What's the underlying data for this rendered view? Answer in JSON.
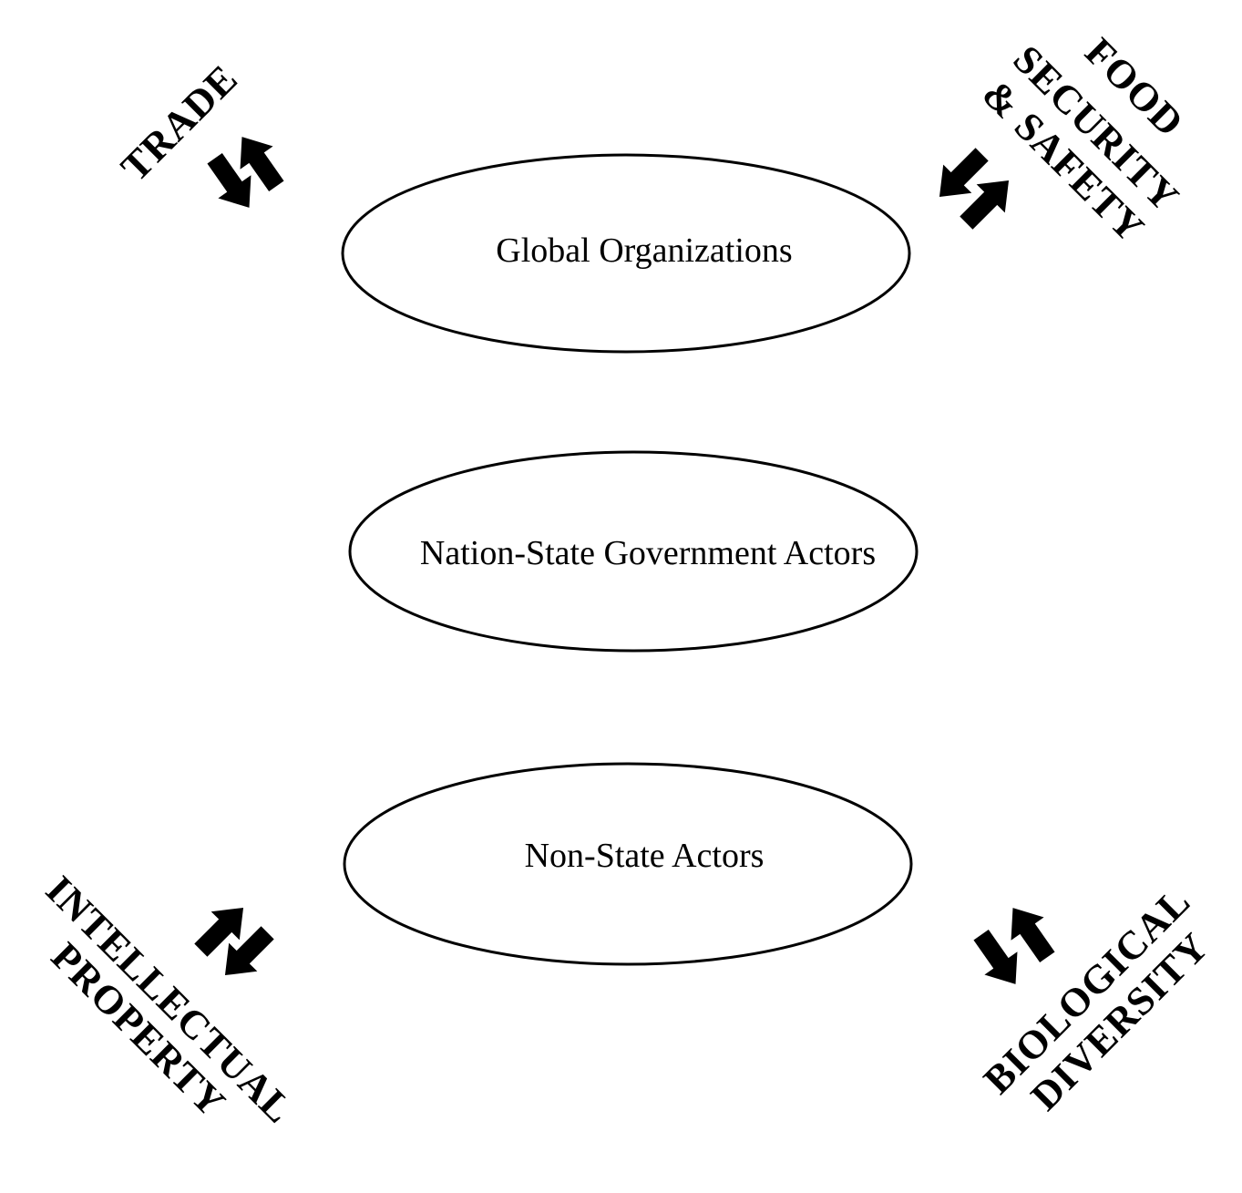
{
  "diagram": {
    "nodes": [
      {
        "id": "global-organizations",
        "label": "Global Organizations"
      },
      {
        "id": "nation-state-government-actors",
        "label": "Nation-State Government Actors"
      },
      {
        "id": "non-state-actors",
        "label": "Non-State Actors"
      }
    ],
    "themes": {
      "trade": {
        "lines": [
          "TRADE"
        ]
      },
      "food_security": {
        "lines": [
          "FOOD",
          "SECURITY",
          "& SAFETY"
        ]
      },
      "intellectual_property": {
        "lines": [
          "INTELLECTUAL",
          "PROPERTY"
        ]
      },
      "biological_diversity": {
        "lines": [
          "BIOLOGICAL",
          "DIVERSITY"
        ]
      }
    },
    "arrow_icon": "bidirectional-arrows",
    "colors": {
      "stroke": "#000000",
      "background": "#ffffff"
    }
  }
}
